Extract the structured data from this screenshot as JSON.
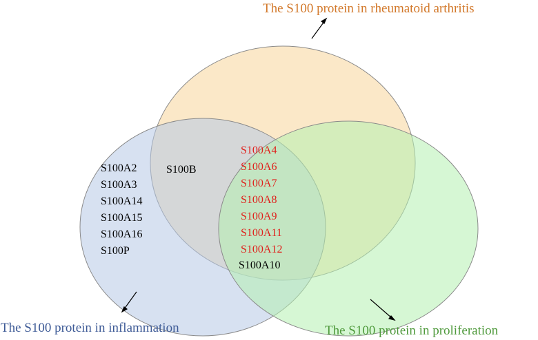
{
  "colors": {
    "rheumatoid_fill": "#f7d59a",
    "inflammation_fill": "#b6c9e6",
    "proliferation_fill": "#b5f0b0",
    "rheumatoid_title": "#d2782a",
    "inflammation_title": "#3d5a96",
    "proliferation_title": "#4f9a3c",
    "shared_gene": "#e0201c",
    "gene": "#000000"
  },
  "sets": {
    "rheumatoid": {
      "title": "The S100 protein in rheumatoid arthritis"
    },
    "inflammation": {
      "title": "The S100 protein in inflammation"
    },
    "proliferation": {
      "title": "The S100 protein in proliferation"
    }
  },
  "regions": {
    "inflammation_only": [
      "S100A2",
      "S100A3",
      "S100A14",
      "S100A15",
      "S100A16",
      "S100P"
    ],
    "rheumatoid_and_inflammation": [
      "S100B"
    ],
    "all_three": [
      "S100A4",
      "S100A6",
      "S100A7",
      "S100A8",
      "S100A9",
      "S100A11",
      "S100A12"
    ],
    "inflammation_and_proliferation": [
      "S100A10"
    ]
  }
}
